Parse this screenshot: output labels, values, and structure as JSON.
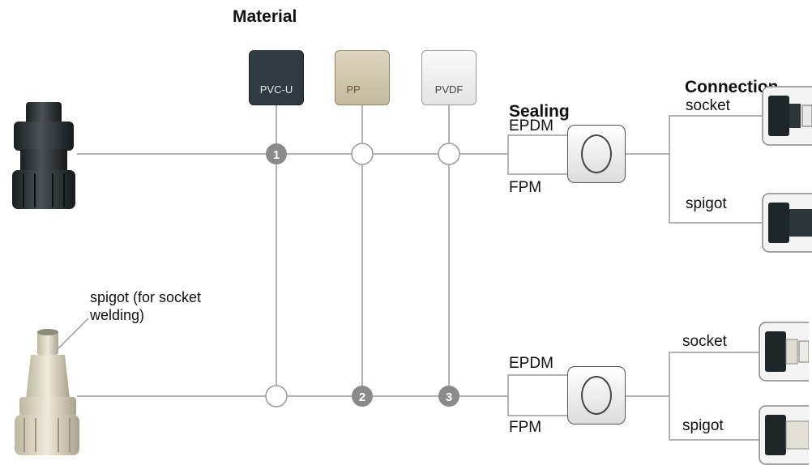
{
  "headings": {
    "material": "Material",
    "sealing": "Sealing",
    "connection": "Connection"
  },
  "materials": [
    {
      "label": "PVC-U",
      "fill": "#2f3b41",
      "text": "#e8e8e8"
    },
    {
      "label": "PP",
      "fill": "#cfc6ae",
      "text": "#6a5a3a"
    },
    {
      "label": "PVDF",
      "fill": "#f2f2f2",
      "text": "#444444"
    }
  ],
  "sealing_upper": {
    "top": "EPDM",
    "bottom": "FPM"
  },
  "sealing_lower": {
    "top": "EPDM",
    "bottom": "FPM"
  },
  "connection_upper": {
    "top": "socket",
    "bottom": "spigot"
  },
  "connection_lower": {
    "top": "socket",
    "bottom": "spigot"
  },
  "markers": [
    "1",
    "2",
    "3"
  ],
  "annotation": {
    "line1": "spigot (for socket",
    "line2": "welding)"
  },
  "colors": {
    "line": "#9a9a9a",
    "marker": "#8a8a8a",
    "pvc": "#2f3b41",
    "pp": "#cfc6ae",
    "pvdf": "#f2f2f2"
  }
}
